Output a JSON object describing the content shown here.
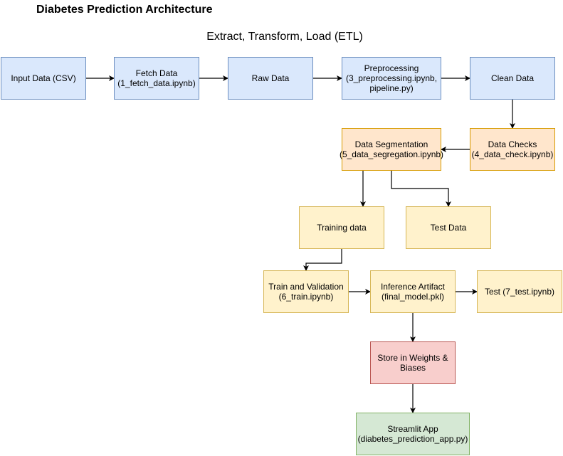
{
  "title": "Diabetes Prediction Architecture",
  "subtitle": "Extract, Transform, Load (ETL)",
  "nodes": {
    "input": {
      "lines": [
        "Input Data (CSV)"
      ]
    },
    "fetch": {
      "lines": [
        "Fetch Data",
        "(1_fetch_data.ipynb)"
      ]
    },
    "raw": {
      "lines": [
        "Raw Data"
      ]
    },
    "preproc": {
      "lines": [
        "Preprocessing",
        "(3_preprocessing.ipynb,",
        "pipeline.py)"
      ]
    },
    "clean": {
      "lines": [
        "Clean Data"
      ]
    },
    "checks": {
      "lines": [
        "Data Checks",
        "(4_data_check.ipynb)"
      ]
    },
    "seg": {
      "lines": [
        "Data Segmentation",
        "(5_data_segregation.ipynb)"
      ]
    },
    "train": {
      "lines": [
        "Training data"
      ]
    },
    "test": {
      "lines": [
        "Test Data"
      ]
    },
    "trainval": {
      "lines": [
        "Train and Validation",
        "(6_train.ipynb)"
      ]
    },
    "infer": {
      "lines": [
        "Inference Artifact",
        "(final_model.pkl)"
      ]
    },
    "test7": {
      "lines": [
        "Test (7_test.ipynb)"
      ]
    },
    "wandb": {
      "lines": [
        "Store in Weights &",
        "Biases"
      ]
    },
    "app": {
      "lines": [
        "Streamlit App",
        "(diabetes_prediction_app.py)"
      ]
    }
  },
  "colors": {
    "blue_fill": "#dae8fc",
    "blue_stroke": "#6c8ebf",
    "orange_fill": "#ffe6cc",
    "orange_stroke": "#d79b00",
    "yellow_fill": "#fff2cc",
    "yellow_stroke": "#d6b656",
    "red_fill": "#f8cecc",
    "red_stroke": "#b85450",
    "green_fill": "#d5e8d4",
    "green_stroke": "#82b366",
    "edge": "#000000"
  },
  "edges": [
    {
      "from": "input",
      "to": "fetch"
    },
    {
      "from": "fetch",
      "to": "raw"
    },
    {
      "from": "raw",
      "to": "preproc"
    },
    {
      "from": "preproc",
      "to": "clean"
    },
    {
      "from": "clean",
      "to": "checks"
    },
    {
      "from": "checks",
      "to": "seg"
    },
    {
      "from": "seg",
      "to": "train"
    },
    {
      "from": "seg",
      "to": "test"
    },
    {
      "from": "train",
      "to": "trainval"
    },
    {
      "from": "trainval",
      "to": "infer"
    },
    {
      "from": "infer",
      "to": "test7"
    },
    {
      "from": "infer",
      "to": "wandb"
    },
    {
      "from": "wandb",
      "to": "app"
    }
  ]
}
